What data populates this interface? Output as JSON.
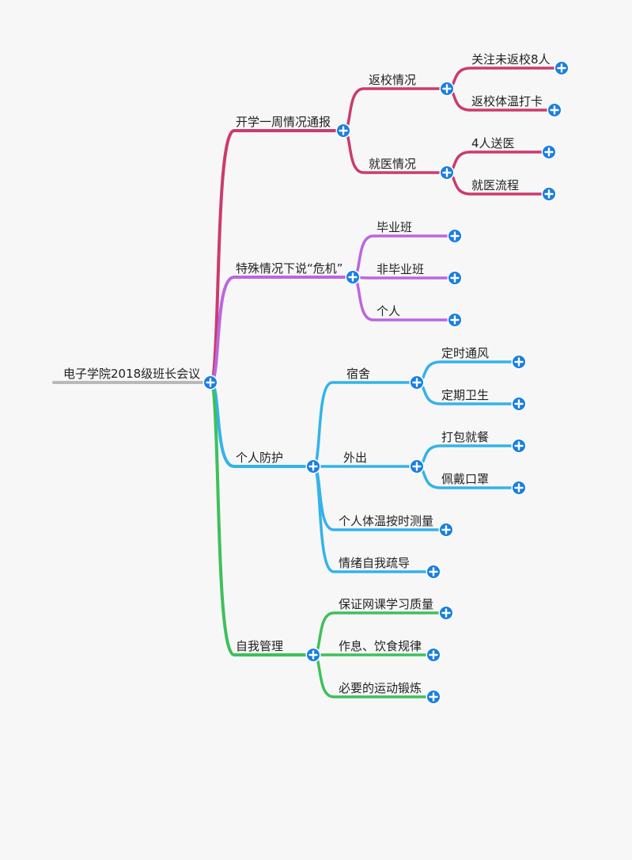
{
  "root": {
    "label": "电子学院2018级班长会议"
  },
  "colors": {
    "root": "#b9b9b9",
    "branches": [
      "#cc3a6e",
      "#bb66e0",
      "#33b3ea",
      "#3ec05c"
    ],
    "button": "#1a7fe0",
    "button_icon": "#ffffff",
    "text": "#222222"
  },
  "icons": {
    "expand": "plus-circle-icon"
  },
  "branches": [
    {
      "label": "开学一周情况通报",
      "children": [
        {
          "label": "返校情况",
          "children": [
            {
              "label": "关注未返校8人"
            },
            {
              "label": "返校体温打卡"
            }
          ]
        },
        {
          "label": "就医情况",
          "children": [
            {
              "label": "4人送医"
            },
            {
              "label": "就医流程"
            }
          ]
        }
      ]
    },
    {
      "label": "特殊情况下说“危机”",
      "children": [
        {
          "label": "毕业班"
        },
        {
          "label": "非毕业班"
        },
        {
          "label": "个人"
        }
      ]
    },
    {
      "label": "个人防护",
      "children": [
        {
          "label": "宿舍",
          "children": [
            {
              "label": "定时通风"
            },
            {
              "label": "定期卫生"
            }
          ]
        },
        {
          "label": "外出",
          "children": [
            {
              "label": "打包就餐"
            },
            {
              "label": "佩戴口罩"
            }
          ]
        },
        {
          "label": "个人体温按时测量"
        },
        {
          "label": "情绪自我疏导"
        }
      ]
    },
    {
      "label": "自我管理",
      "children": [
        {
          "label": "保证网课学习质量"
        },
        {
          "label": "作息、饮食规律"
        },
        {
          "label": "必要的运动锻炼"
        }
      ]
    }
  ]
}
